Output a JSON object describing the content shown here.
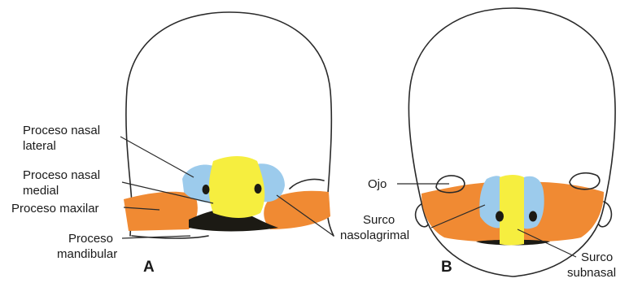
{
  "colors": {
    "background": "#ffffff",
    "outline": "#2a2a2a",
    "maxillary_process": "#f08a33",
    "lateral_nasal_process": "#9ccbec",
    "medial_nasal_process": "#f6ee3f",
    "mouth": "#1c1a14"
  },
  "panels": {
    "a": {
      "letter": "A"
    },
    "b": {
      "letter": "B"
    }
  },
  "labels": {
    "nasal_lateral_1": "Proceso nasal",
    "nasal_lateral_2": "lateral",
    "nasal_medial_1": "Proceso nasal",
    "nasal_medial_2": "medial",
    "maxilar": "Proceso maxilar",
    "mandibular_1": "Proceso",
    "mandibular_2": "mandibular",
    "ojo": "Ojo",
    "nasolagrimal_1": "Surco",
    "nasolagrimal_2": "nasolagrimal",
    "subnasal_1": "Surco",
    "subnasal_2": "subnasal"
  }
}
